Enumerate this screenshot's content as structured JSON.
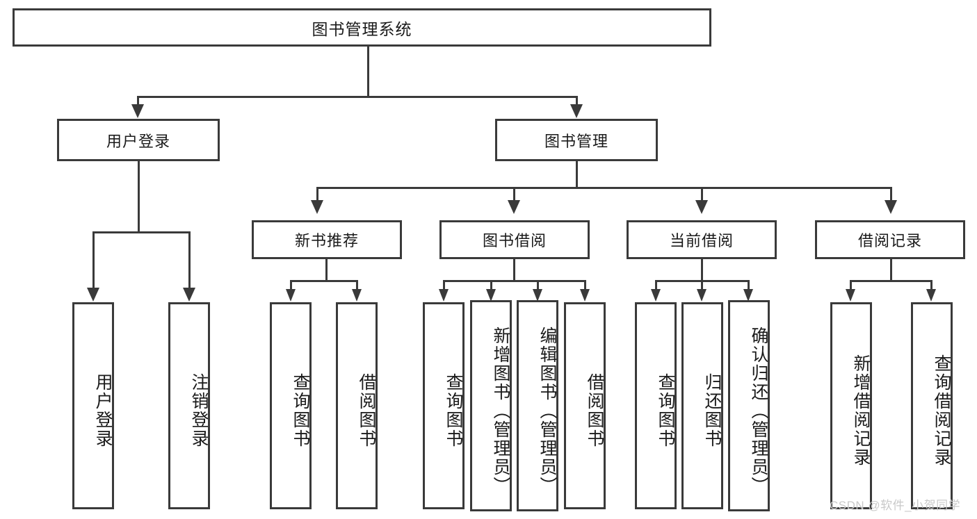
{
  "diagram": {
    "type": "hierarchy-tree",
    "title": "图书管理系统",
    "watermark": "CSDN @软件_小贺同学",
    "colors": {
      "stroke": "#3a3a3a",
      "fill": "#ffffff",
      "text": "#1a1a1a",
      "watermark": "#c9c9c9"
    },
    "levels": {
      "level1": [
        "用户登录",
        "图书管理"
      ],
      "level2": [
        "新书推荐",
        "图书借阅",
        "当前借阅",
        "借阅记录"
      ]
    },
    "nodes": {
      "root": "图书管理系统",
      "user_login": "用户登录",
      "book_manage": "图书管理",
      "new_book_rec": "新书推荐",
      "book_borrow": "图书借阅",
      "current_borrow": "当前借阅",
      "borrow_record": "借阅记录",
      "leaf_user_login": "用户登录",
      "leaf_logout": "注销登录",
      "leaf_query_book_1": "查询图书",
      "leaf_borrow_book_1": "借阅图书",
      "leaf_query_book_2": "查询图书",
      "leaf_add_book_admin": "新增图书（管理员）",
      "leaf_edit_book_admin": "编辑图书（管理员）",
      "leaf_borrow_book_2": "借阅图书",
      "leaf_query_book_3": "查询图书",
      "leaf_return_book": "归还图书",
      "leaf_confirm_return_admin": "确认归还（管理员）",
      "leaf_add_borrow_record": "新增借阅记录",
      "leaf_query_borrow_record": "查询借阅记录"
    },
    "edges": [
      {
        "from": "图书管理系统",
        "to": "用户登录"
      },
      {
        "from": "图书管理系统",
        "to": "图书管理"
      },
      {
        "from": "用户登录",
        "to": "用户登录"
      },
      {
        "from": "用户登录",
        "to": "注销登录"
      },
      {
        "from": "图书管理",
        "to": "新书推荐"
      },
      {
        "from": "图书管理",
        "to": "图书借阅"
      },
      {
        "from": "图书管理",
        "to": "当前借阅"
      },
      {
        "from": "图书管理",
        "to": "借阅记录"
      },
      {
        "from": "新书推荐",
        "to": "查询图书"
      },
      {
        "from": "新书推荐",
        "to": "借阅图书"
      },
      {
        "from": "图书借阅",
        "to": "查询图书"
      },
      {
        "from": "图书借阅",
        "to": "新增图书（管理员）"
      },
      {
        "from": "图书借阅",
        "to": "编辑图书（管理员）"
      },
      {
        "from": "图书借阅",
        "to": "借阅图书"
      },
      {
        "from": "当前借阅",
        "to": "查询图书"
      },
      {
        "from": "当前借阅",
        "to": "归还图书"
      },
      {
        "from": "当前借阅",
        "to": "确认归还（管理员）"
      },
      {
        "from": "借阅记录",
        "to": "新增借阅记录"
      },
      {
        "from": "借阅记录",
        "to": "查询借阅记录"
      }
    ]
  }
}
